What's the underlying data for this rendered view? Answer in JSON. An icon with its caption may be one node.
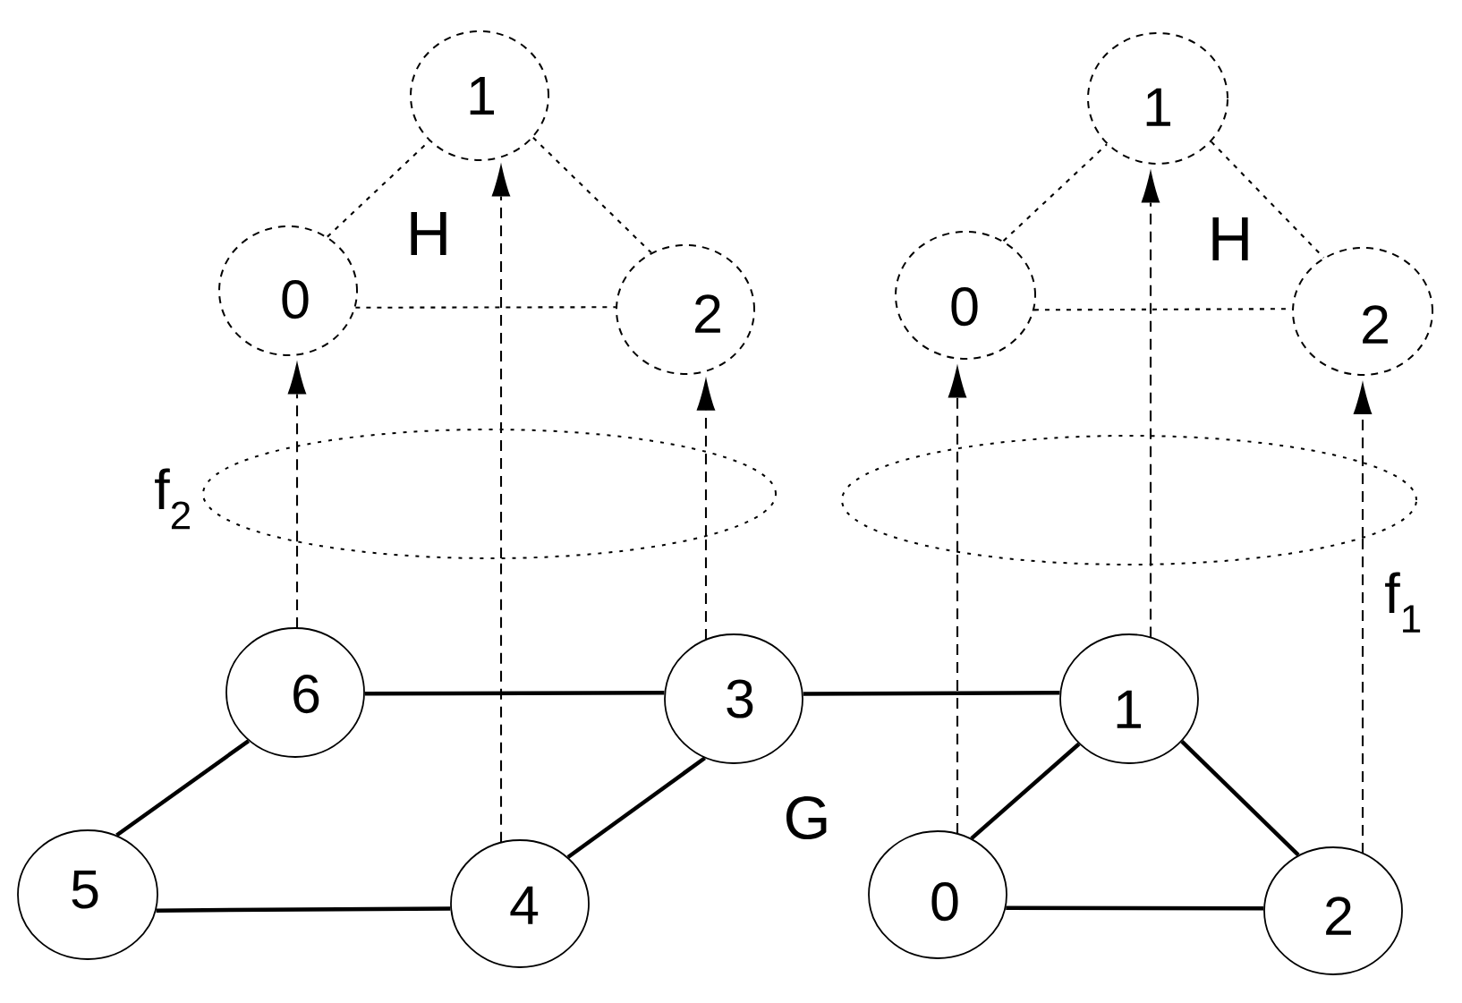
{
  "diagram": {
    "nodes": [
      {
        "text": [
          "1"
        ]
      },
      {
        "text": [
          "0"
        ]
      },
      {
        "text": [
          "2"
        ]
      },
      {
        "text": [
          "1"
        ]
      },
      {
        "text": [
          "0"
        ]
      },
      {
        "text": [
          "2"
        ]
      },
      {
        "text": [],
        "shape": "ellipse"
      },
      {
        "text": [],
        "shape": "ellipse"
      },
      {
        "text": [
          "6"
        ]
      },
      {
        "text": [
          "3"
        ]
      },
      {
        "text": [
          "1"
        ]
      },
      {
        "text": [
          "5"
        ]
      },
      {
        "text": [
          "4"
        ]
      },
      {
        "text": [
          "0"
        ]
      },
      {
        "text": [
          "2"
        ]
      }
    ],
    "edges": [
      {
        "from": 8,
        "to": 9,
        "arrow": "none"
      },
      {
        "from": 9,
        "to": 10,
        "arrow": "none"
      },
      {
        "from": 8,
        "to": 11,
        "arrow": "none"
      },
      {
        "from": 9,
        "to": 12,
        "arrow": "none"
      },
      {
        "from": 11,
        "to": 12,
        "arrow": "none"
      },
      {
        "from": 10,
        "to": 13,
        "arrow": "none"
      },
      {
        "from": 10,
        "to": 14,
        "arrow": "none"
      },
      {
        "from": 13,
        "to": 14,
        "arrow": "none"
      },
      {
        "from": 1,
        "to": 0,
        "arrow": "none",
        "style": "dashed"
      },
      {
        "from": 0,
        "to": 2,
        "arrow": "none",
        "style": "dashed"
      },
      {
        "from": 1,
        "to": 2,
        "arrow": "none",
        "style": "dashed"
      },
      {
        "from": 4,
        "to": 3,
        "arrow": "none",
        "style": "dashed"
      },
      {
        "from": 3,
        "to": 5,
        "arrow": "none",
        "style": "dashed"
      },
      {
        "from": 4,
        "to": 5,
        "arrow": "none",
        "style": "dashed"
      },
      {
        "from": 8,
        "to": 6,
        "arrow": "none",
        "style": "dashed"
      },
      {
        "from": 6,
        "to": 1,
        "arrow": "to",
        "style": "dashed"
      },
      {
        "from": 12,
        "to": 6,
        "arrow": "none",
        "style": "dashed"
      },
      {
        "from": 6,
        "to": 0,
        "arrow": "to",
        "style": "dashed"
      },
      {
        "from": 9,
        "to": 6,
        "arrow": "none",
        "style": "dashed"
      },
      {
        "from": 6,
        "to": 2,
        "arrow": "to",
        "style": "dashed"
      },
      {
        "from": 13,
        "to": 7,
        "arrow": "none",
        "style": "dashed"
      },
      {
        "from": 7,
        "to": 4,
        "arrow": "to",
        "style": "dashed"
      },
      {
        "from": 10,
        "to": 7,
        "arrow": "none",
        "style": "dashed"
      },
      {
        "from": 7,
        "to": 3,
        "arrow": "to",
        "style": "dashed"
      },
      {
        "from": 14,
        "to": 7,
        "arrow": "none",
        "style": "dashed"
      },
      {
        "from": 7,
        "to": 5,
        "arrow": "to",
        "style": "dashed"
      }
    ],
    "labels": [
      "H",
      "H",
      "f$_{2}$",
      "f$_{1}$",
      "G"
    ]
  }
}
